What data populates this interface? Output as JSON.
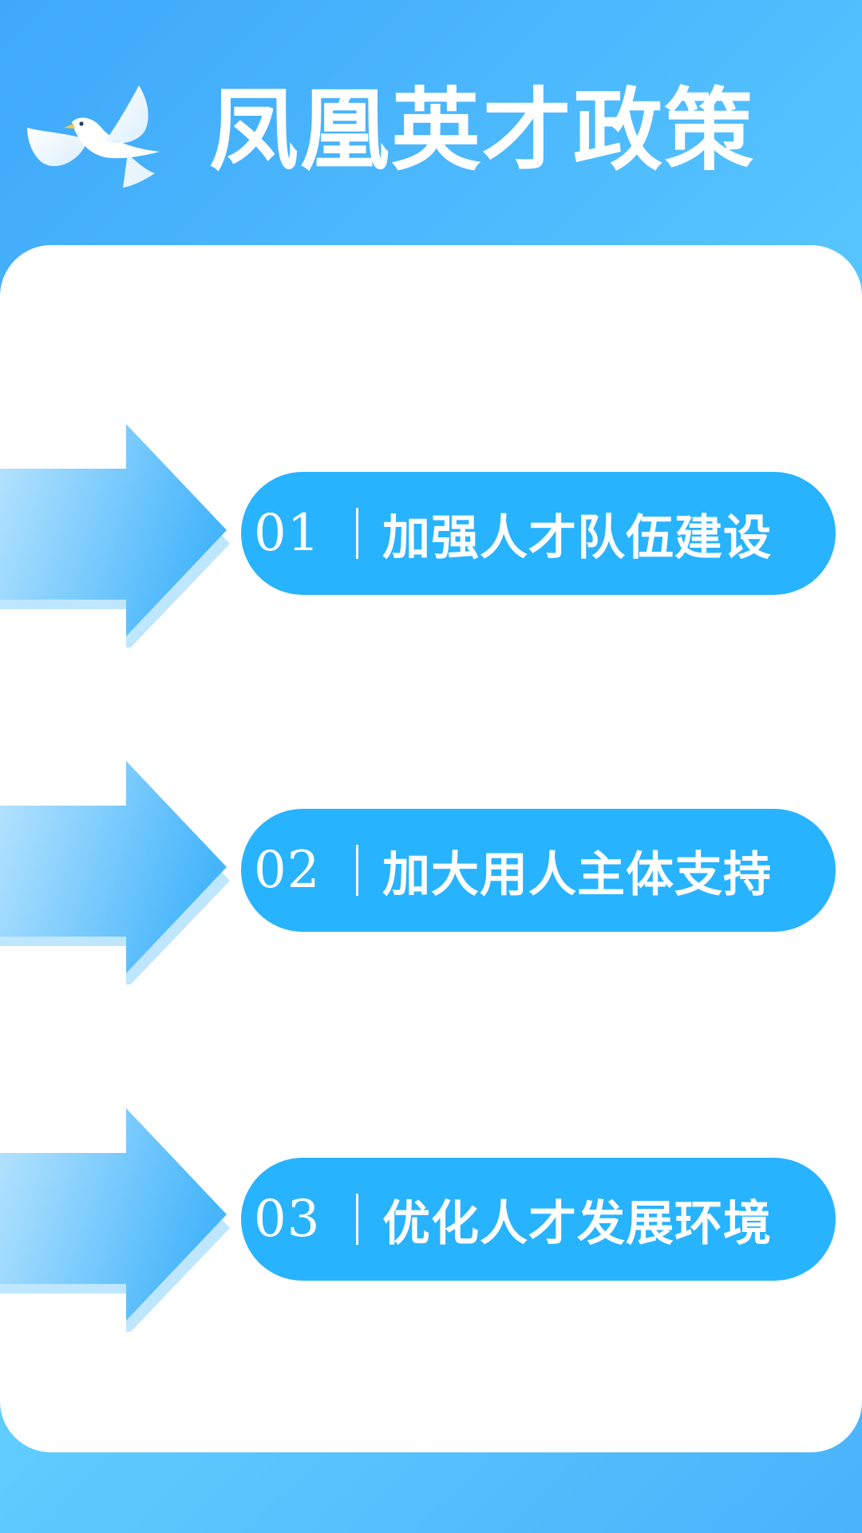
{
  "header": {
    "title": "凤凰英才政策",
    "logo_icon": "dove-icon"
  },
  "items": [
    {
      "number": "01",
      "label": "加强人才队伍建设"
    },
    {
      "number": "02",
      "label": "加大用人主体支持"
    },
    {
      "number": "03",
      "label": "优化人才发展环境"
    }
  ],
  "colors": {
    "background_gradient_start": "#3fa8fb",
    "background_gradient_mid": "#5fcdff",
    "card": "#ffffff",
    "pill": "#28b3fe",
    "arrow_light": "#b9e4ff",
    "arrow_dark": "#4ab9fb",
    "text": "#ffffff"
  }
}
